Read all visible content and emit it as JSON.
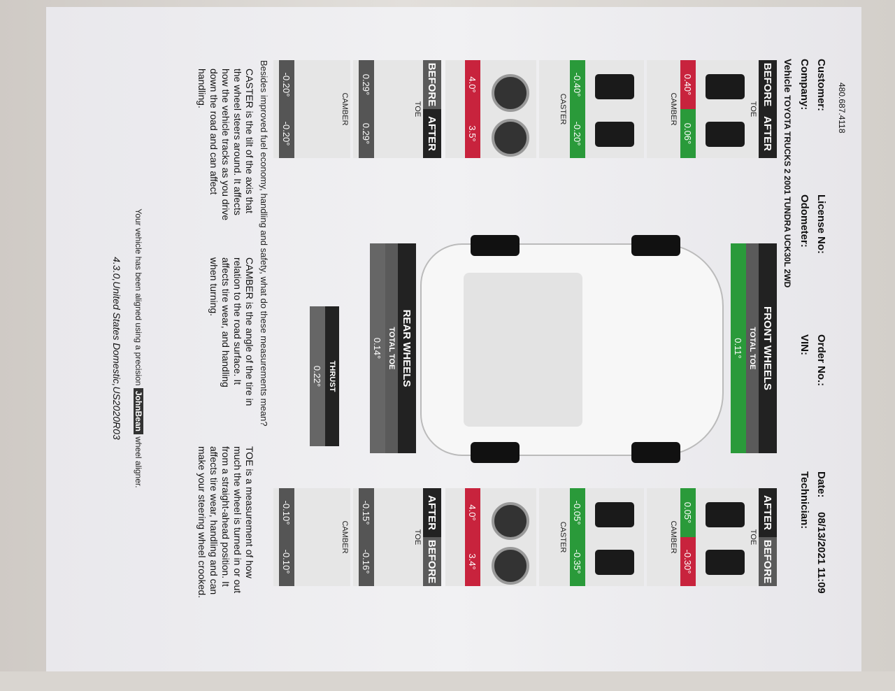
{
  "phone": "480.687.4118",
  "labels": {
    "customer": "Customer:",
    "company": "Company:",
    "license": "License No:",
    "odometer": "Odometer:",
    "order": "Order No.:",
    "vin": "VIN:",
    "date": "Date:",
    "technician": "Technician:"
  },
  "date_value": "08/13/2021 11:09",
  "vehicle_label": "Vehicle",
  "vehicle": "TOYOTA TRUCKS 2 2001 TUNDRA UCK30L 2WD",
  "tabs": {
    "before": "BEFORE",
    "after": "AFTER"
  },
  "captions": {
    "toe": "TOE",
    "camber": "CAMBER",
    "caster": "CASTER",
    "total_toe": "TOTAL TOE",
    "thrust": "THRUST"
  },
  "front": {
    "title": "FRONT WHEELS",
    "total_toe": "0.11°",
    "left": {
      "toe_before": "-0.20°",
      "toe_after": "-0.20°",
      "camber_before": "0.29°",
      "camber_after": "0.29°",
      "caster_before": "4.0°",
      "caster_after": "3.5°"
    },
    "right": {
      "toe_after": "-0.10°",
      "toe_before": "-0.10°",
      "camber_after": "-0.15°",
      "camber_before": "-0.16°",
      "caster_after": "4.0°",
      "caster_before": "3.4°"
    }
  },
  "rear": {
    "title": "REAR WHEELS",
    "total_toe": "0.14°",
    "thrust": "0.22°",
    "left": {
      "camber_before": "0.40°",
      "camber_after": "0.06°",
      "toe_before": "-0.40°",
      "toe_after": "-0.20°"
    },
    "right": {
      "camber_after": "0.05°",
      "camber_before": "-0.30°",
      "toe_after": "-0.05°",
      "toe_before": "-0.35°"
    }
  },
  "explain_heading": "Besides improved fuel economy, handling and safety, what do these measurements mean?",
  "caster_text": "CASTER is the tilt of the axis that the wheel steers around. It affects how the vehicle tracks as you drive down the road and can affect handling.",
  "camber_text": "CAMBER is the angle of the tire in relation to the road surface. It affects tire wear, and handling when turning.",
  "toe_text": "TOE is a measurement of how much the wheel is turned in or out from a straight-ahead position. It affects tire wear, handling and can make your steering wheel crooked.",
  "footer_pre": "Your vehicle has been aligned using a precision",
  "brand": "JohnBean",
  "footer_post": "wheel aligner.",
  "version": "4.3.0,United States Domestic,US2020R03",
  "colors": {
    "red": "#c8233d",
    "green": "#2a9a3a",
    "dark": "#222222"
  }
}
